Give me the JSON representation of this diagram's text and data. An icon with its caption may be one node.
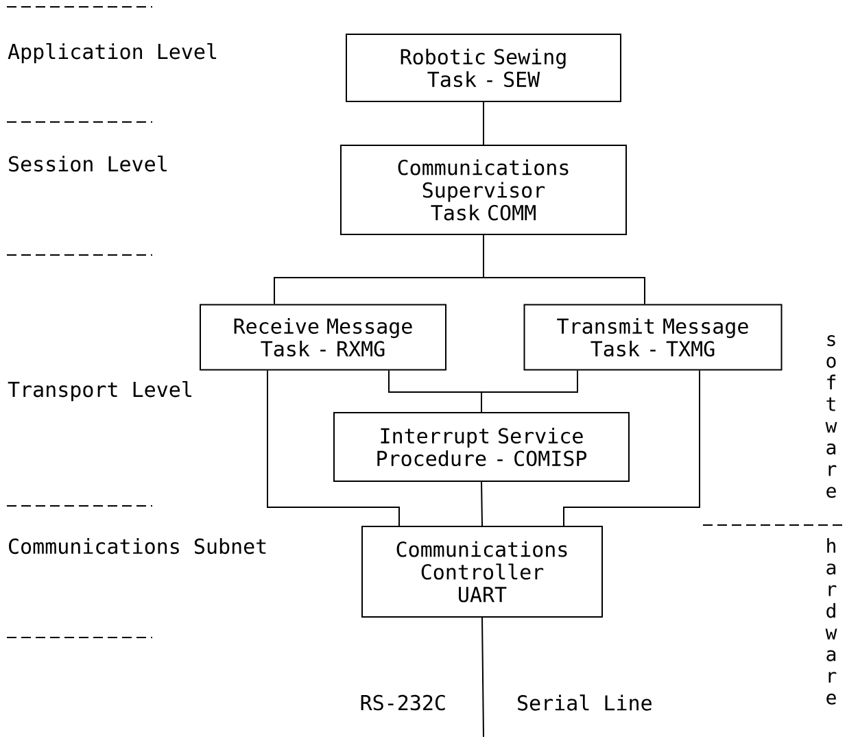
{
  "diagram": {
    "nodes": [
      {
        "text": [
          "Robotic Sewing Task - SEW"
        ]
      },
      {
        "text": [
          "Communications Supervisor Task COMM"
        ]
      },
      {
        "text": [
          "Receive Message Task - RXMG"
        ]
      },
      {
        "text": [
          "Transmit Message Task - TXMG"
        ]
      },
      {
        "text": [
          "Interrupt Service Procedure - COMISP"
        ]
      },
      {
        "text": [
          "Communications Controller UART"
        ]
      }
    ],
    "edges": [
      {
        "from": 0,
        "to": 1,
        "arrow": "none"
      },
      {
        "from": 1,
        "to": 2,
        "arrow": "none"
      },
      {
        "from": 1,
        "to": 3,
        "arrow": "none"
      },
      {
        "from": 2,
        "to": 4,
        "arrow": "none"
      },
      {
        "from": 3,
        "to": 4,
        "arrow": "none"
      },
      {
        "from": 4,
        "to": 5,
        "arrow": "none"
      },
      {
        "from": 2,
        "to": 5,
        "arrow": "none"
      },
      {
        "from": 3,
        "to": 5,
        "arrow": "none"
      },
      {
        "from": 5,
        "to": null,
        "arrow": "none"
      }
    ],
    "labels": [
      "Application Level",
      "Session Level",
      "Transport Level",
      "Communications Subnet",
      "RS-232C",
      "Serial Line",
      "software",
      "hardware"
    ]
  }
}
